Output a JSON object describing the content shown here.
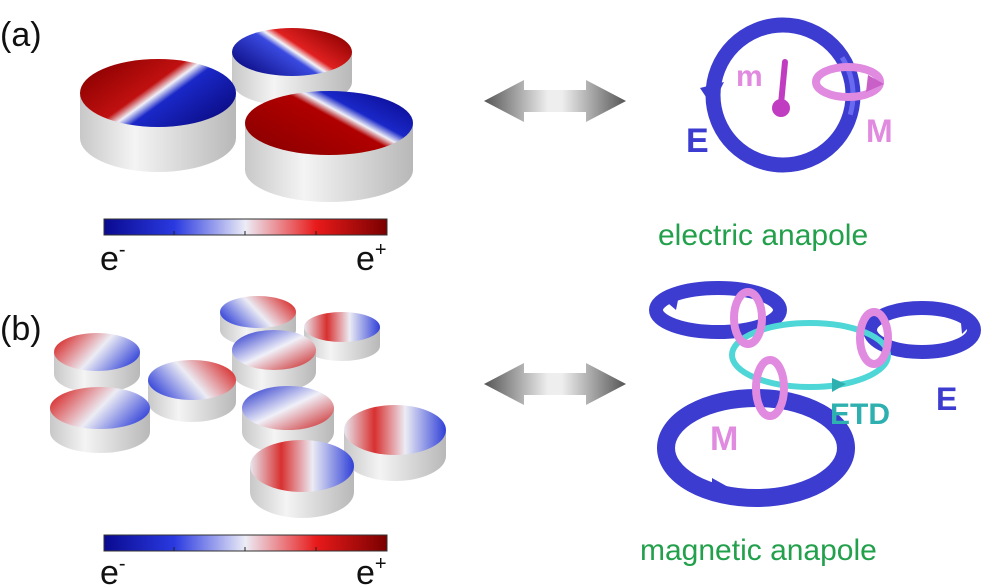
{
  "panels": {
    "a": {
      "label": "(a)",
      "caption": "electric anapole",
      "colorbar": {
        "min_label": "e",
        "min_sup": "-",
        "max_label": "e",
        "max_sup": "+"
      },
      "symbols": {
        "E": "E",
        "m": "m",
        "M": "M"
      }
    },
    "b": {
      "label": "(b)",
      "caption": "magnetic anapole",
      "colorbar": {
        "min_label": "e",
        "min_sup": "-",
        "max_label": "e",
        "max_sup": "+"
      },
      "symbols": {
        "M": "M",
        "ETD": "ETD",
        "E": "E"
      }
    }
  },
  "colors": {
    "negative": "#0a14a0",
    "positive": "#8b0000",
    "electric_loop": "#4a4ae6",
    "magnetic_loop": "#e08ae0",
    "toroidal_loop": "#4fd6d6",
    "caption": "#22a04b",
    "disk_side": "#e6e6e6"
  }
}
